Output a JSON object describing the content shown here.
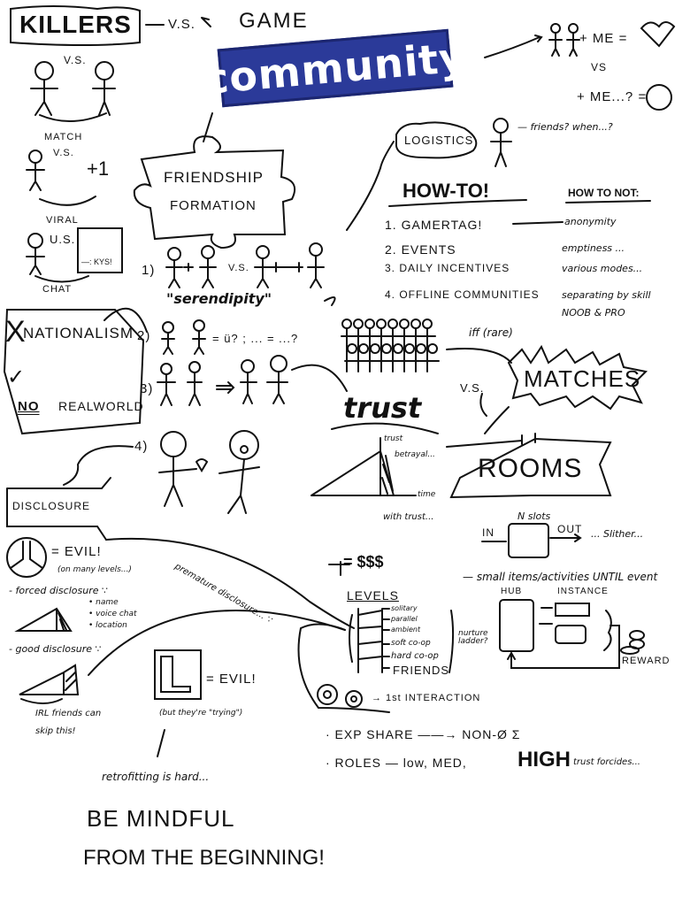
{
  "header": {
    "killers": "KILLERS",
    "vs": "V.S.",
    "game": "GAME",
    "community": "community"
  },
  "top_right": {
    "plus_me": "+ ME =",
    "vs": "VS",
    "plus_me_q": "+ ME...? =",
    "friends_when": "— friends? when...?",
    "logistics": "LOGISTICS"
  },
  "left_column": {
    "vs1": "V.S.",
    "match": "MATCH",
    "vs2": "V.S.",
    "plus_one": "+1",
    "viral": "VIRAL",
    "vs3": "U.S.",
    "chat_line": "—: KYS!",
    "chat": "CHAT"
  },
  "friendship": {
    "title_1": "FRIENDSHIP",
    "title_2": "FORMATION",
    "step1": "1)",
    "step1_vs": "V.S.",
    "serendipity": "\"serendipity\"",
    "step2": "2)",
    "step2_eq": "= ü? ; ... = ...?",
    "step3": "3)",
    "step4": "4)"
  },
  "nationalism": {
    "title": "NATIONALISM",
    "x_mark": "X",
    "check": "✓",
    "no": "NO",
    "realworld": "REALWORLD"
  },
  "howto": {
    "title": "HOW-TO!",
    "not_title": "HOW TO NOT:",
    "items": [
      "1. GAMERTAG!",
      "2. EVENTS",
      "3. DAILY INCENTIVES",
      "4. OFFLINE COMMUNITIES"
    ],
    "not_items": [
      "anonymity",
      "emptiness ...",
      "various modes...",
      "separating by skill"
    ],
    "noob_pro": "NOOB & PRO"
  },
  "matches": {
    "iff": "iff (rare)",
    "title": "MATCHES",
    "vs": "V.S.",
    "rooms": "ROOMS",
    "n_slots": "N slots",
    "in": "IN",
    "out": "OUT",
    "slither": "... Slither...",
    "small_items": "— small items/activities UNTIL event",
    "hub": "HUB",
    "instance": "INSTANCE",
    "reward": "REWARD"
  },
  "trust": {
    "title": "trust",
    "graph_trust": "trust",
    "graph_betrayal": "betrayal...",
    "graph_time": "time",
    "with_trust": "with trust...",
    "money": "= $$$"
  },
  "disclosure": {
    "title": "DISCLOSURE",
    "evil1": "= EVIL!",
    "on_many": "(on many levels...)",
    "forced": "- forced disclosure ∵",
    "bullets": [
      "name",
      "voice chat",
      "location"
    ],
    "good": "- good disclosure ∵",
    "irl_1": "IRL friends can",
    "irl_2": "skip this!",
    "premature": "premature disclosure... ∵",
    "evil2": "= EVIL!",
    "trying": "(but they're \"trying\")",
    "retrofitting": "retrofitting is hard..."
  },
  "levels": {
    "title": "LEVELS",
    "rungs": [
      "solitary",
      "parallel",
      "ambient",
      "soft co-op",
      "hard co-op",
      "FRIENDS"
    ],
    "nurture": "nurture ladder?",
    "interaction": "→ 1st INTERACTION",
    "exp": "· EXP SHARE ——→ NON-Ø Σ",
    "roles": "· ROLES — low, MED,",
    "high": "HIGH",
    "trust_forcides": "trust forcides..."
  },
  "footer": {
    "line1": "BE MINDFUL",
    "line2": "FROM THE BEGINNING!"
  }
}
